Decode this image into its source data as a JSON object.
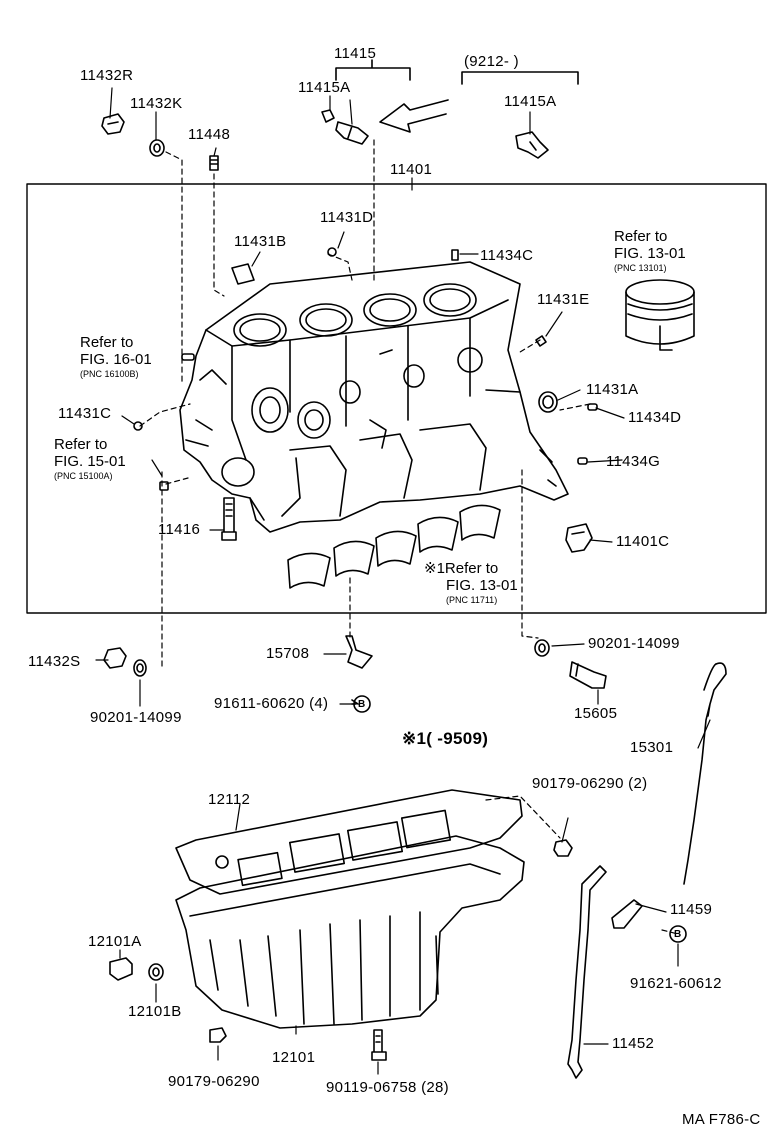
{
  "drawing_id": "MA F786-C",
  "date_range_top": "(9212-        )",
  "footnote_range": "※1(        -9509)",
  "refs": [
    {
      "line1": "Refer to",
      "line2": "FIG. 16-01",
      "pnc": "(PNC 16100B)"
    },
    {
      "line1": "Refer to",
      "line2": "FIG. 15-01",
      "pnc": "(PNC 15100A)"
    },
    {
      "line1": "Refer to",
      "line2": "FIG. 13-01",
      "pnc": "(PNC 13101)"
    },
    {
      "line1": "※1Refer to",
      "line2": "FIG. 13-01",
      "pnc": "(PNC 11711)"
    }
  ],
  "parts": {
    "p11432R": "11432R",
    "p11432K": "11432K",
    "p11448": "11448",
    "p11415": "11415",
    "p11415A_a": "11415A",
    "p11415A_b": "11415A",
    "p11401": "11401",
    "p11431D": "11431D",
    "p11431B": "11431B",
    "p11434C": "11434C",
    "p11431E": "11431E",
    "p11431A": "11431A",
    "p11434D": "11434D",
    "p11431C": "11431C",
    "p11434G": "11434G",
    "p11416": "11416",
    "p11401C": "11401C",
    "p11432S": "11432S",
    "p15708": "15708",
    "p90201_a": "90201-14099",
    "p90201_b": "90201-14099",
    "p91611": "91611-60620 (4)",
    "p15605": "15605",
    "p15301": "15301",
    "p12112": "12112",
    "p90179_2": "90179-06290 (2)",
    "p11459": "11459",
    "p12101A": "12101A",
    "p12101B": "12101B",
    "p91621": "91621-60612",
    "p12101": "12101",
    "p11452": "11452",
    "p90179": "90179-06290",
    "p90119": "90119-06758 (28)"
  },
  "markers": {
    "b1": "B",
    "b2": "B"
  }
}
